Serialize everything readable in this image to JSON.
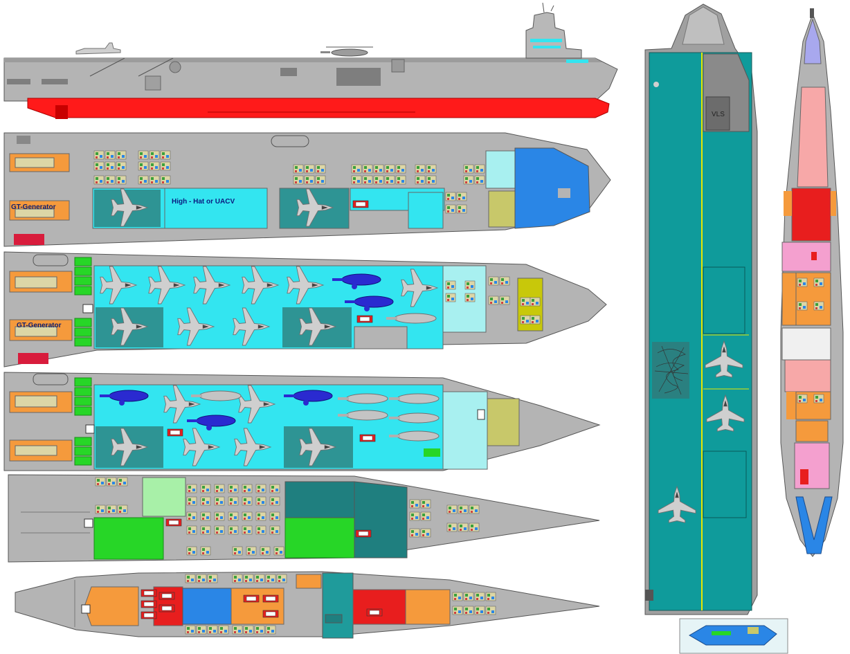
{
  "labels": {
    "gt_generator_1": "GT-Generator",
    "gt_generator_2": "GT-Generator",
    "high_hat": "High - Hat or UACV",
    "vls": "VLS"
  },
  "colors": {
    "hull_gray": "#b4b4b4",
    "hull_dark": "#8a8a8a",
    "waterline_red": "#ff1a1a",
    "hangar_cyan": "#33e5f0",
    "elevator_teal": "#2e9494",
    "flight_deck_teal": "#0f9b9b",
    "deck_line_yellow": "#e8e800",
    "engine_orange": "#f59a3c",
    "cabin_cream": "#dcd6a6",
    "red_block": "#e81e1e",
    "blue_block": "#2a86e6",
    "green_block": "#27d627",
    "pink_block": "#f4a0cf",
    "salmon_block": "#f7a8a8",
    "lilac_block": "#a8a8ee"
  }
}
